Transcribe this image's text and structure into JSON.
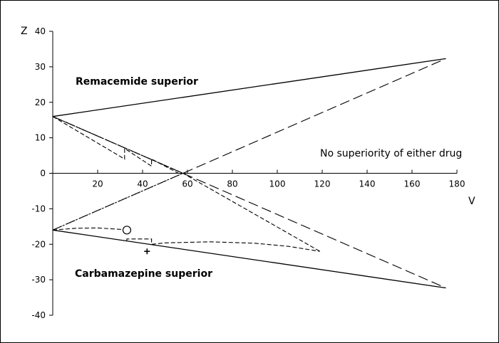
{
  "chart_data": {
    "type": "line",
    "xlabel": "V",
    "ylabel": "Z",
    "xlim": [
      0,
      180
    ],
    "ylim": [
      -40,
      40
    ],
    "x_ticks": [
      20,
      40,
      60,
      80,
      100,
      120,
      140,
      160,
      180
    ],
    "y_ticks": [
      -40,
      -30,
      -20,
      -10,
      0,
      10,
      20,
      30,
      40
    ],
    "region_labels": {
      "upper": "Remacemide superior",
      "middle": "No superiority of either drug",
      "lower": "Carbamazepine superior"
    },
    "series": [
      {
        "style": "solid",
        "color": "#000000",
        "points": [
          [
            0,
            16
          ],
          [
            175,
            32.3
          ]
        ]
      },
      {
        "style": "solid",
        "color": "#000000",
        "points": [
          [
            0,
            -16
          ],
          [
            175,
            -32.3
          ]
        ]
      },
      {
        "style": "long-dash",
        "color": "#000000",
        "points": [
          [
            0,
            -16
          ],
          [
            175,
            32.3
          ]
        ]
      },
      {
        "style": "long-dash",
        "color": "#000000",
        "points": [
          [
            0,
            16
          ],
          [
            175,
            -32.3
          ]
        ]
      },
      {
        "style": "dotted",
        "color": "#000000",
        "points": [
          [
            0,
            16
          ],
          [
            58,
            0
          ]
        ]
      },
      {
        "style": "dotted",
        "color": "#000000",
        "points": [
          [
            0,
            -16
          ],
          [
            58,
            0
          ]
        ]
      },
      {
        "style": "short-dash",
        "color": "#000000",
        "points": [
          [
            0,
            16
          ],
          [
            58,
            0
          ],
          [
            119,
            -22
          ]
        ]
      },
      {
        "style": "short-dash",
        "color": "#000000",
        "points": [
          [
            0,
            16
          ],
          [
            32,
            4
          ],
          [
            32,
            7
          ],
          [
            44,
            2
          ],
          [
            44,
            4
          ],
          [
            56,
            0
          ]
        ]
      },
      {
        "style": "short-dash",
        "color": "#000000",
        "points": [
          [
            0,
            -16
          ],
          [
            10,
            -15.5
          ],
          [
            20,
            -15.4
          ],
          [
            30,
            -15.8
          ],
          [
            33,
            -16
          ]
        ]
      },
      {
        "style": "short-dash",
        "color": "#000000",
        "points": [
          [
            33,
            -19
          ],
          [
            33,
            -18.5
          ],
          [
            44,
            -18.5
          ],
          [
            44,
            -20
          ],
          [
            50,
            -19.6
          ],
          [
            70,
            -19.3
          ],
          [
            90,
            -19.7
          ],
          [
            105,
            -20.6
          ],
          [
            119,
            -22
          ]
        ]
      }
    ],
    "markers": [
      {
        "shape": "circle",
        "x": 33,
        "y": -16
      },
      {
        "shape": "plus",
        "x": 42,
        "y": -22
      }
    ]
  }
}
